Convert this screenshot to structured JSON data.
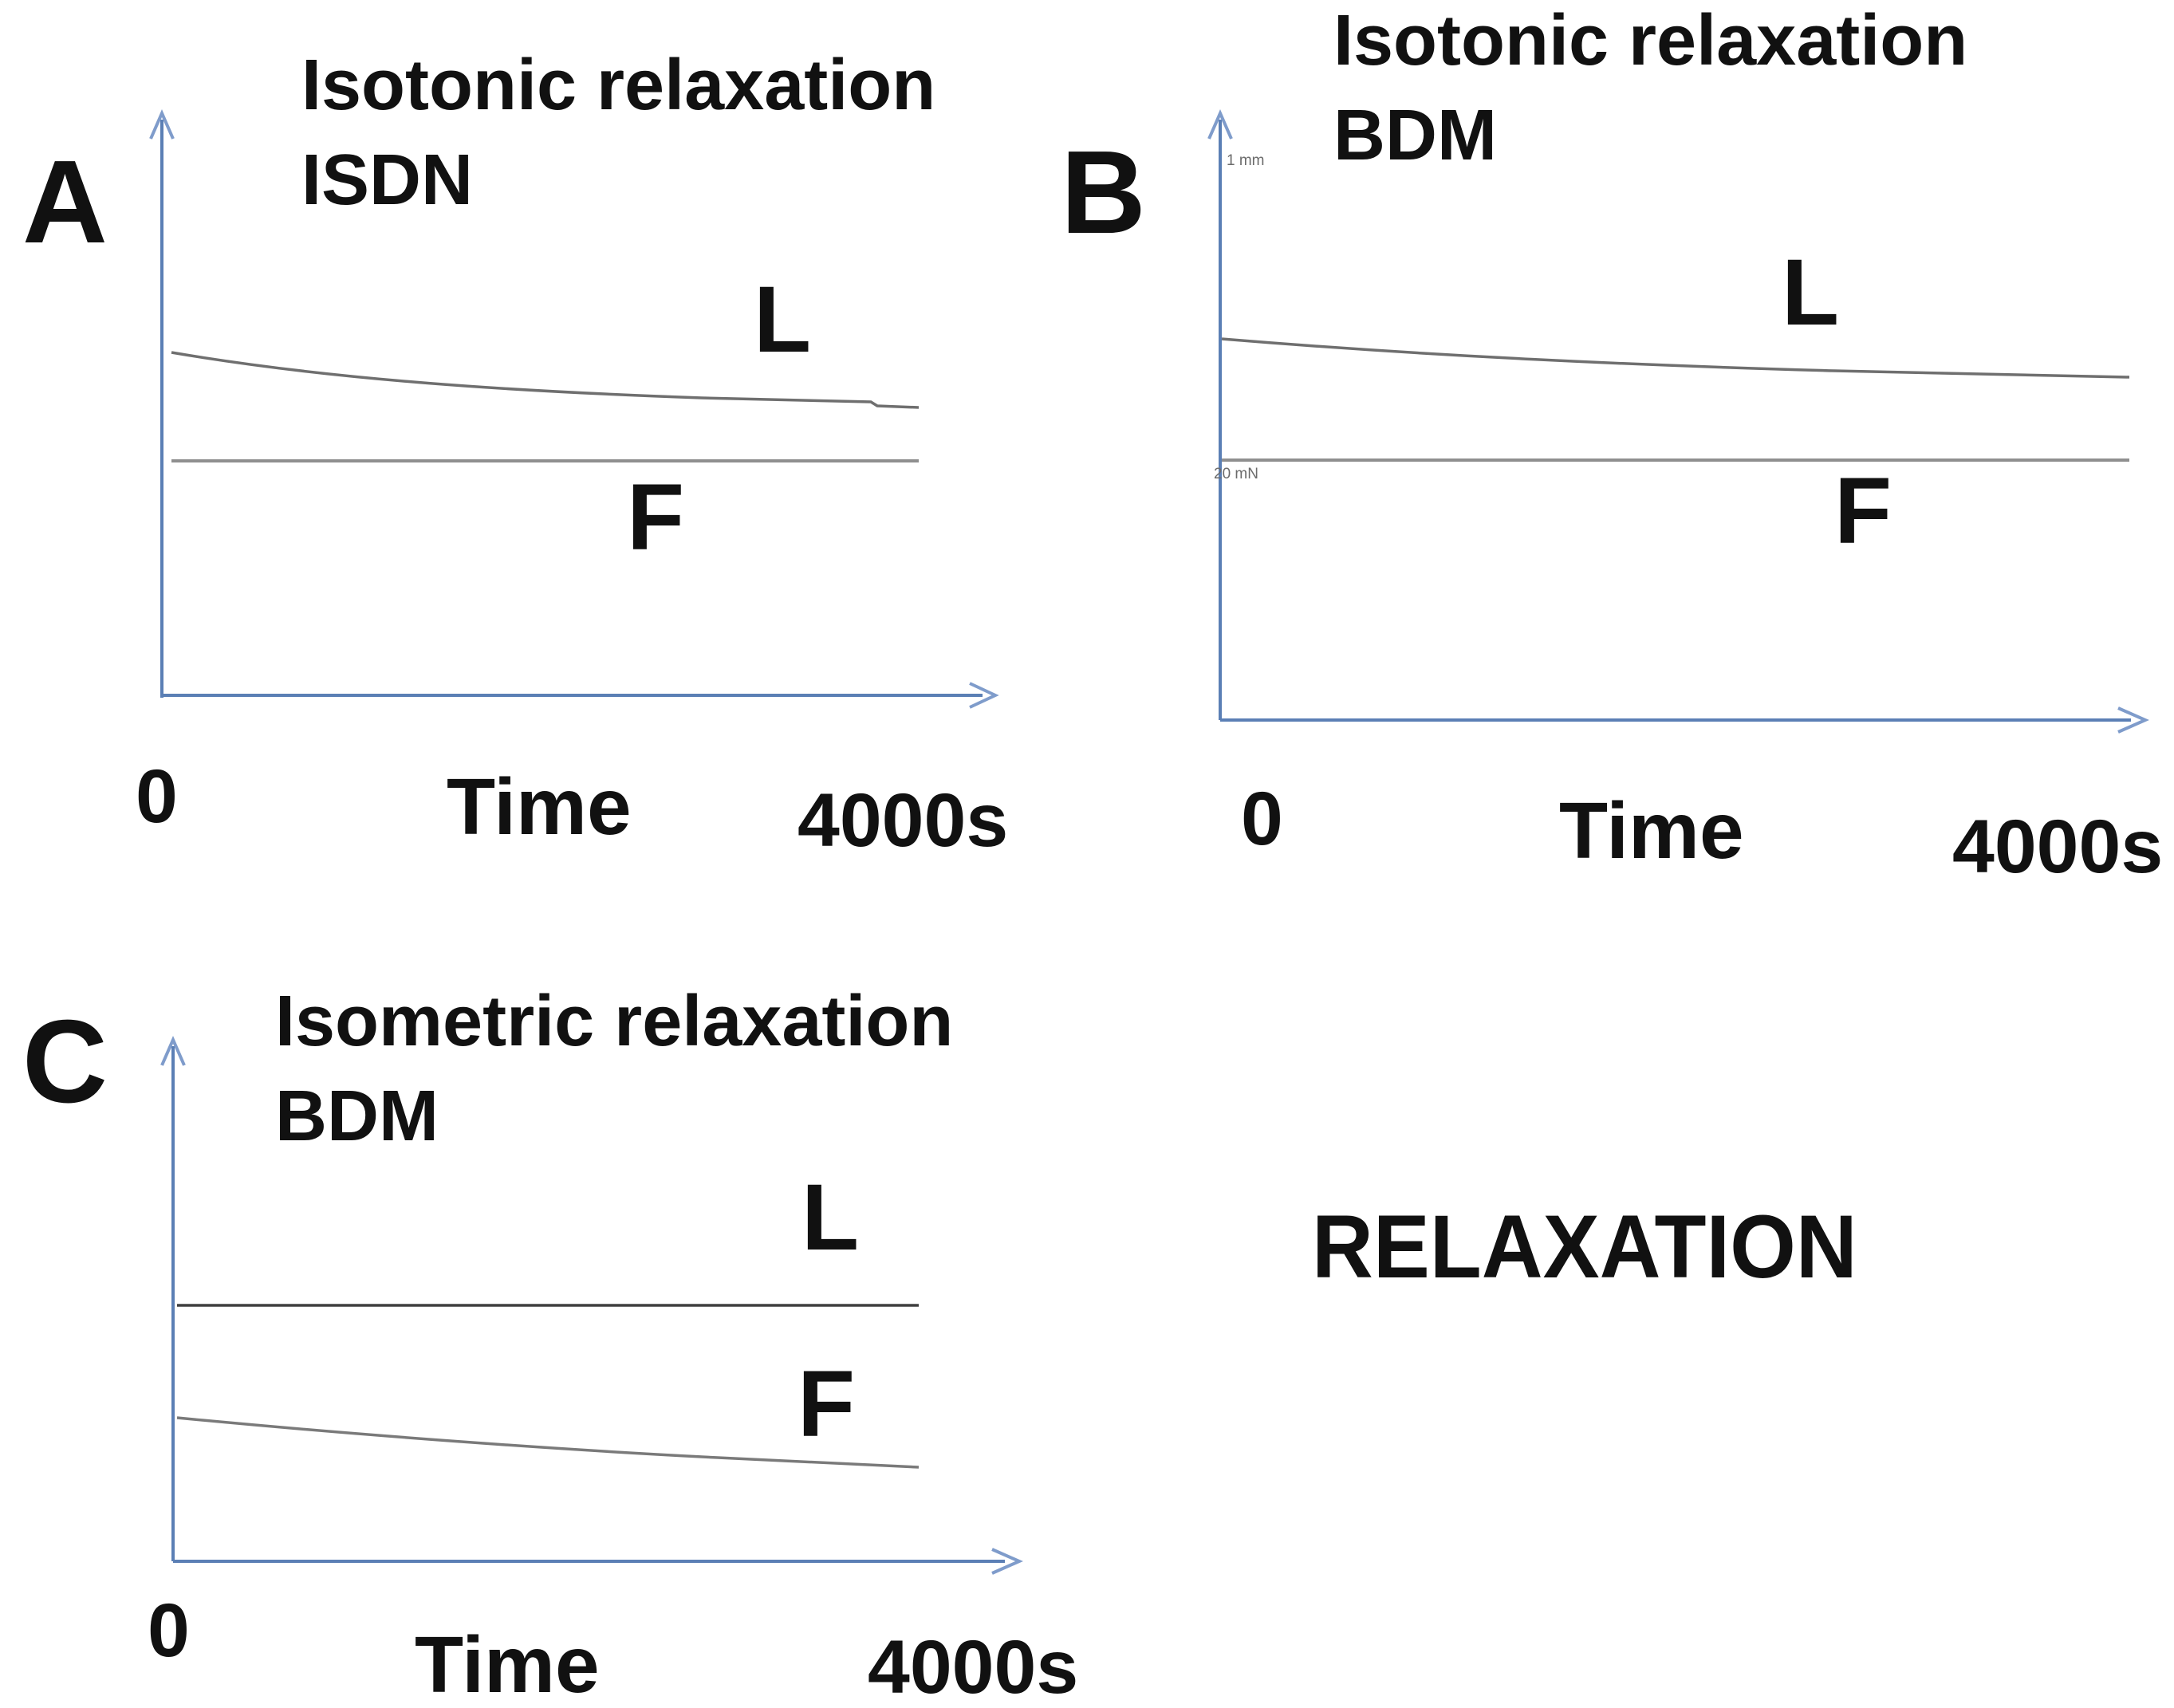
{
  "figure": {
    "heading": "RELAXATION",
    "colors": {
      "axis": "#5b7fb5",
      "arrowhead": "#7f9ccb",
      "trace": "#6f6f6f",
      "flat_trace": "#8f8f8f",
      "dark_trace": "#3f3f3f",
      "text": "#111111",
      "background": "#ffffff"
    }
  },
  "panels": [
    {
      "letter": "A",
      "title_line1": "Isotonic relaxation",
      "title_line2": "ISDN",
      "l_label": "L",
      "f_label": "F",
      "x_start": "0",
      "x_label": "Time",
      "x_end": "4000s"
    },
    {
      "letter": "B",
      "title_line1": "Isotonic relaxation",
      "title_line2": "BDM",
      "l_label": "L",
      "f_label": "F",
      "x_start": "0",
      "x_label": "Time",
      "x_end": "4000s",
      "length_scale": "1 mm",
      "force_scale": "20 mN"
    },
    {
      "letter": "C",
      "title_line1": "Isometric relaxation",
      "title_line2": "BDM",
      "l_label": "L",
      "f_label": "F",
      "x_start": "0",
      "x_label": "Time",
      "x_end": "4000s"
    }
  ],
  "chart_data": [
    {
      "type": "line",
      "panel": "A",
      "title": "Isotonic relaxation ISDN",
      "xlabel": "Time",
      "x_range_s": [
        0,
        4000
      ],
      "x_tick_labels": [
        "0",
        "4000s"
      ],
      "y_axis": "unlabeled; trace height given as fraction of y-axis (0 = x-axis, 1 = arrow tip)",
      "grid": false,
      "legend": "in-plot letters L (length) and F (force)",
      "series": [
        {
          "name": "L",
          "description": "length trace, slow exponential decline with tiny step at end",
          "x_s": [
            0,
            1000,
            2000,
            3000,
            4000
          ],
          "y_axis_fraction": [
            0.59,
            0.55,
            0.53,
            0.51,
            0.5
          ]
        },
        {
          "name": "F",
          "description": "force trace, constant (isotonic load)",
          "x_s": [
            0,
            1000,
            2000,
            3000,
            4000
          ],
          "y_axis_fraction": [
            0.4,
            0.4,
            0.4,
            0.4,
            0.4
          ]
        }
      ]
    },
    {
      "type": "line",
      "panel": "B",
      "title": "Isotonic relaxation BDM",
      "xlabel": "Time",
      "x_range_s": [
        0,
        4000
      ],
      "x_tick_labels": [
        "0",
        "4000s"
      ],
      "y_axis": "unlabeled; scale bars marked 1 mm (length) and 20 mN (force)",
      "grid": false,
      "legend": "in-plot letters L (length) and F (force)",
      "series": [
        {
          "name": "L",
          "description": "length trace, gentle exponential decline",
          "x_s": [
            0,
            1000,
            2000,
            3000,
            4000
          ],
          "y_axis_fraction": [
            0.63,
            0.6,
            0.59,
            0.57,
            0.56
          ]
        },
        {
          "name": "F",
          "description": "force trace, constant (isotonic load)",
          "x_s": [
            0,
            1000,
            2000,
            3000,
            4000
          ],
          "y_axis_fraction": [
            0.43,
            0.43,
            0.43,
            0.43,
            0.43
          ]
        }
      ]
    },
    {
      "type": "line",
      "panel": "C",
      "title": "Isometric relaxation BDM",
      "xlabel": "Time",
      "x_range_s": [
        0,
        4000
      ],
      "x_tick_labels": [
        "0",
        "4000s"
      ],
      "y_axis": "unlabeled; trace height given as fraction of y-axis (0 = x-axis, 1 = arrow tip)",
      "grid": false,
      "legend": "in-plot letters L (length) and F (force)",
      "series": [
        {
          "name": "L",
          "description": "length trace, constant (isometric)",
          "x_s": [
            0,
            1000,
            2000,
            3000,
            4000
          ],
          "y_axis_fraction": [
            0.49,
            0.49,
            0.49,
            0.49,
            0.49
          ]
        },
        {
          "name": "F",
          "description": "force trace, slow decline",
          "x_s": [
            0,
            1000,
            2000,
            3000,
            4000
          ],
          "y_axis_fraction": [
            0.27,
            0.25,
            0.22,
            0.2,
            0.18
          ]
        }
      ]
    }
  ]
}
